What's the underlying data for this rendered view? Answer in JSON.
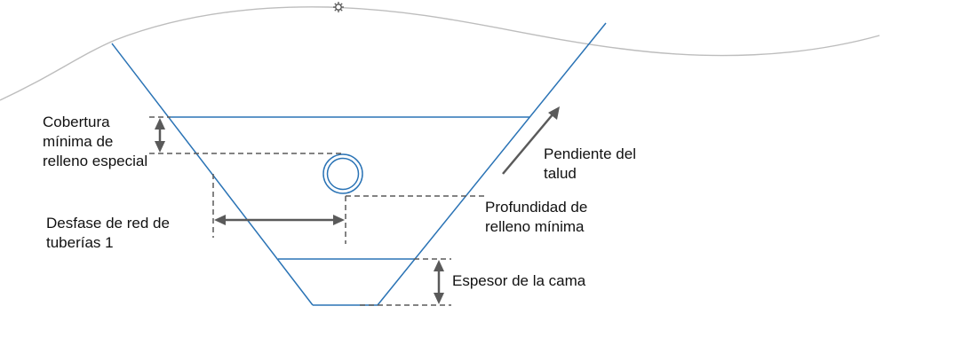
{
  "diagram": {
    "title": "Trench cross-section",
    "colors": {
      "trench": "#2a73b5",
      "ground": "#bdbdbd",
      "dimension": "#5a5a5a",
      "text": "#111111"
    },
    "labels": {
      "min_cover": [
        "Cobertura",
        "mínima de",
        "relleno especial"
      ],
      "pipe_offset": [
        "Desfase de red de",
        "tuberías 1"
      ],
      "slope": [
        "Pendiente del",
        "talud"
      ],
      "min_depth": [
        "Profundidad de",
        "relleno mínima"
      ],
      "bedding": [
        "Espesor de la cama"
      ]
    },
    "icons": {
      "ground_marker": "gear-icon"
    }
  }
}
